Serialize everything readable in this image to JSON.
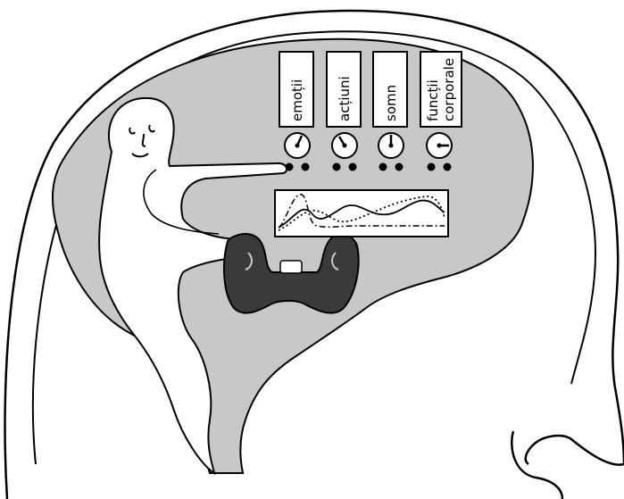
{
  "labels": [
    {
      "id": "emotii",
      "lines": [
        "emoții"
      ]
    },
    {
      "id": "actiuni",
      "lines": [
        "acțiuni"
      ]
    },
    {
      "id": "somn",
      "lines": [
        "somn"
      ]
    },
    {
      "id": "functii",
      "lines": [
        "funcții",
        "corporale"
      ]
    }
  ],
  "colors": {
    "brain": "#c8c8c8",
    "structure": "#3a3a3a",
    "outline": "#000000",
    "background": "#ffffff"
  }
}
